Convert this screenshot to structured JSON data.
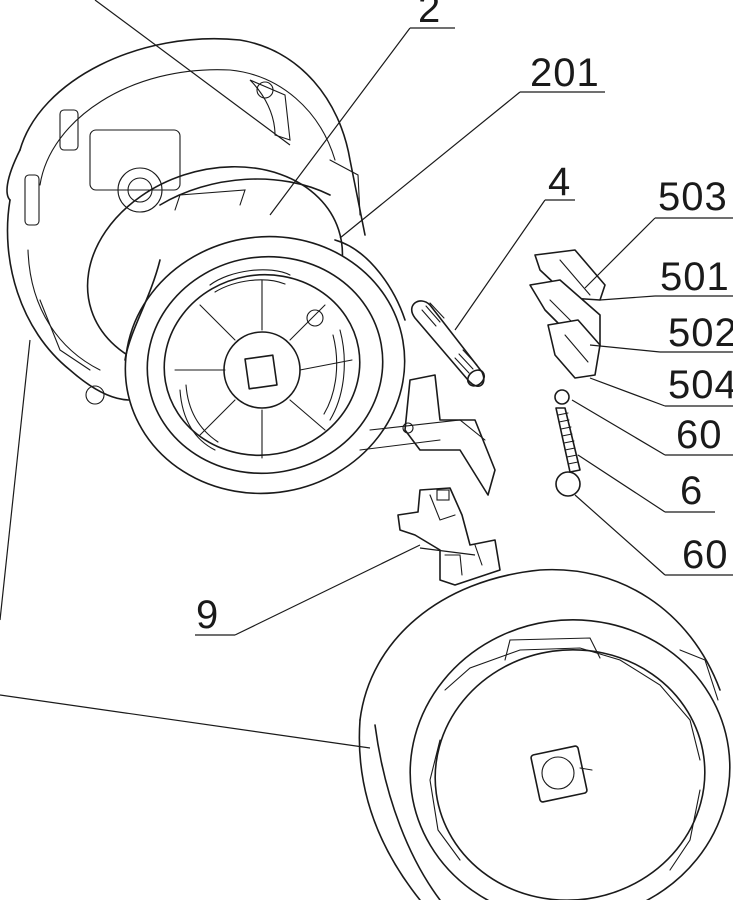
{
  "labels": {
    "l2": "2",
    "l201": "201",
    "l4": "4",
    "l503": "503",
    "l501": "501",
    "l502": "502",
    "l504": "504",
    "l60a": "60",
    "l6": "6",
    "l60b": "60",
    "l9": "9"
  },
  "colors": {
    "line": "#1a1a1a",
    "background": "#ffffff"
  }
}
